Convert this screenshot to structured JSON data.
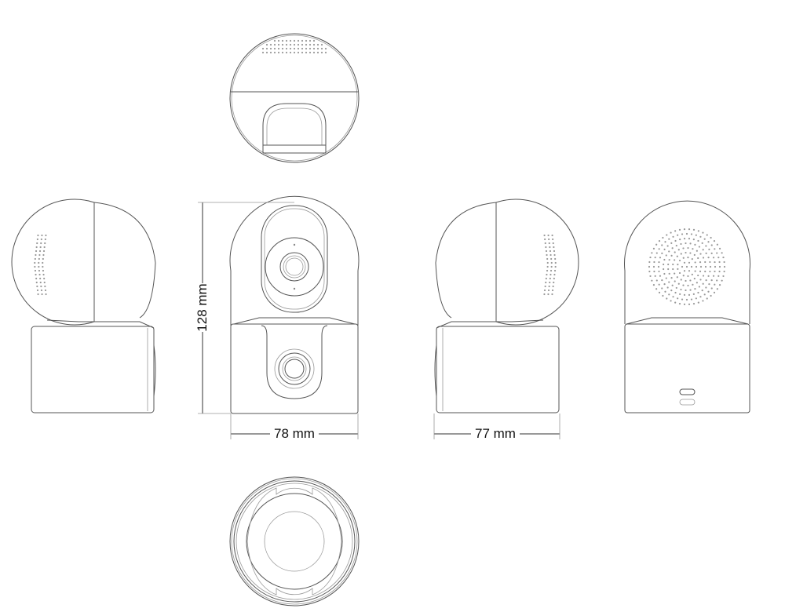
{
  "title": "Camera dimension drawing",
  "dimensions": {
    "height": "128 mm",
    "front_width": "78 mm",
    "side_depth": "77 mm"
  },
  "views": [
    "top",
    "left-side",
    "front",
    "right-side",
    "back",
    "bottom"
  ],
  "colors": {
    "line": "#555555",
    "light_line": "#999999",
    "background": "#ffffff"
  }
}
